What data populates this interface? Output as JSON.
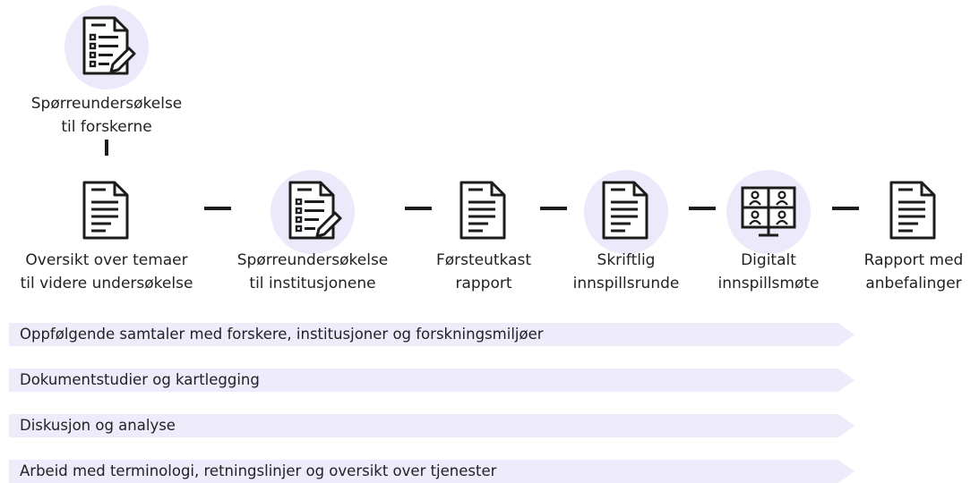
{
  "top_step": {
    "label_line1": "Spørreundersøkelse",
    "label_line2": "til forskerne",
    "icon": "survey-icon"
  },
  "steps": [
    {
      "line1": "Oversikt over temaer",
      "line2": "til videre undersøkelse",
      "icon": "document-icon",
      "highlighted": false
    },
    {
      "line1": "Spørreundersøkelse",
      "line2": "til institusjonene",
      "icon": "survey-icon",
      "highlighted": true
    },
    {
      "line1": "Førsteutkast",
      "line2": "rapport",
      "icon": "document-icon",
      "highlighted": false
    },
    {
      "line1": "Skriftlig",
      "line2": "innspillsrunde",
      "icon": "document-icon",
      "highlighted": true
    },
    {
      "line1": "Digitalt",
      "line2": "innspillsmøte",
      "icon": "video-meeting-icon",
      "highlighted": true
    },
    {
      "line1": "Rapport med",
      "line2": "anbefalinger",
      "icon": "document-icon",
      "highlighted": false
    }
  ],
  "bars": [
    "Oppfølgende samtaler med forskere, institusjoner og forskningsmiljøer",
    "Dokumentstudier og kartlegging",
    "Diskusjon og analyse",
    "Arbeid med terminologi, retningslinjer og oversikt over tjenester"
  ],
  "colors": {
    "highlight_circle": "#ece9fa",
    "bar_fill": "#eeebfb",
    "ink": "#1c1c1c"
  }
}
